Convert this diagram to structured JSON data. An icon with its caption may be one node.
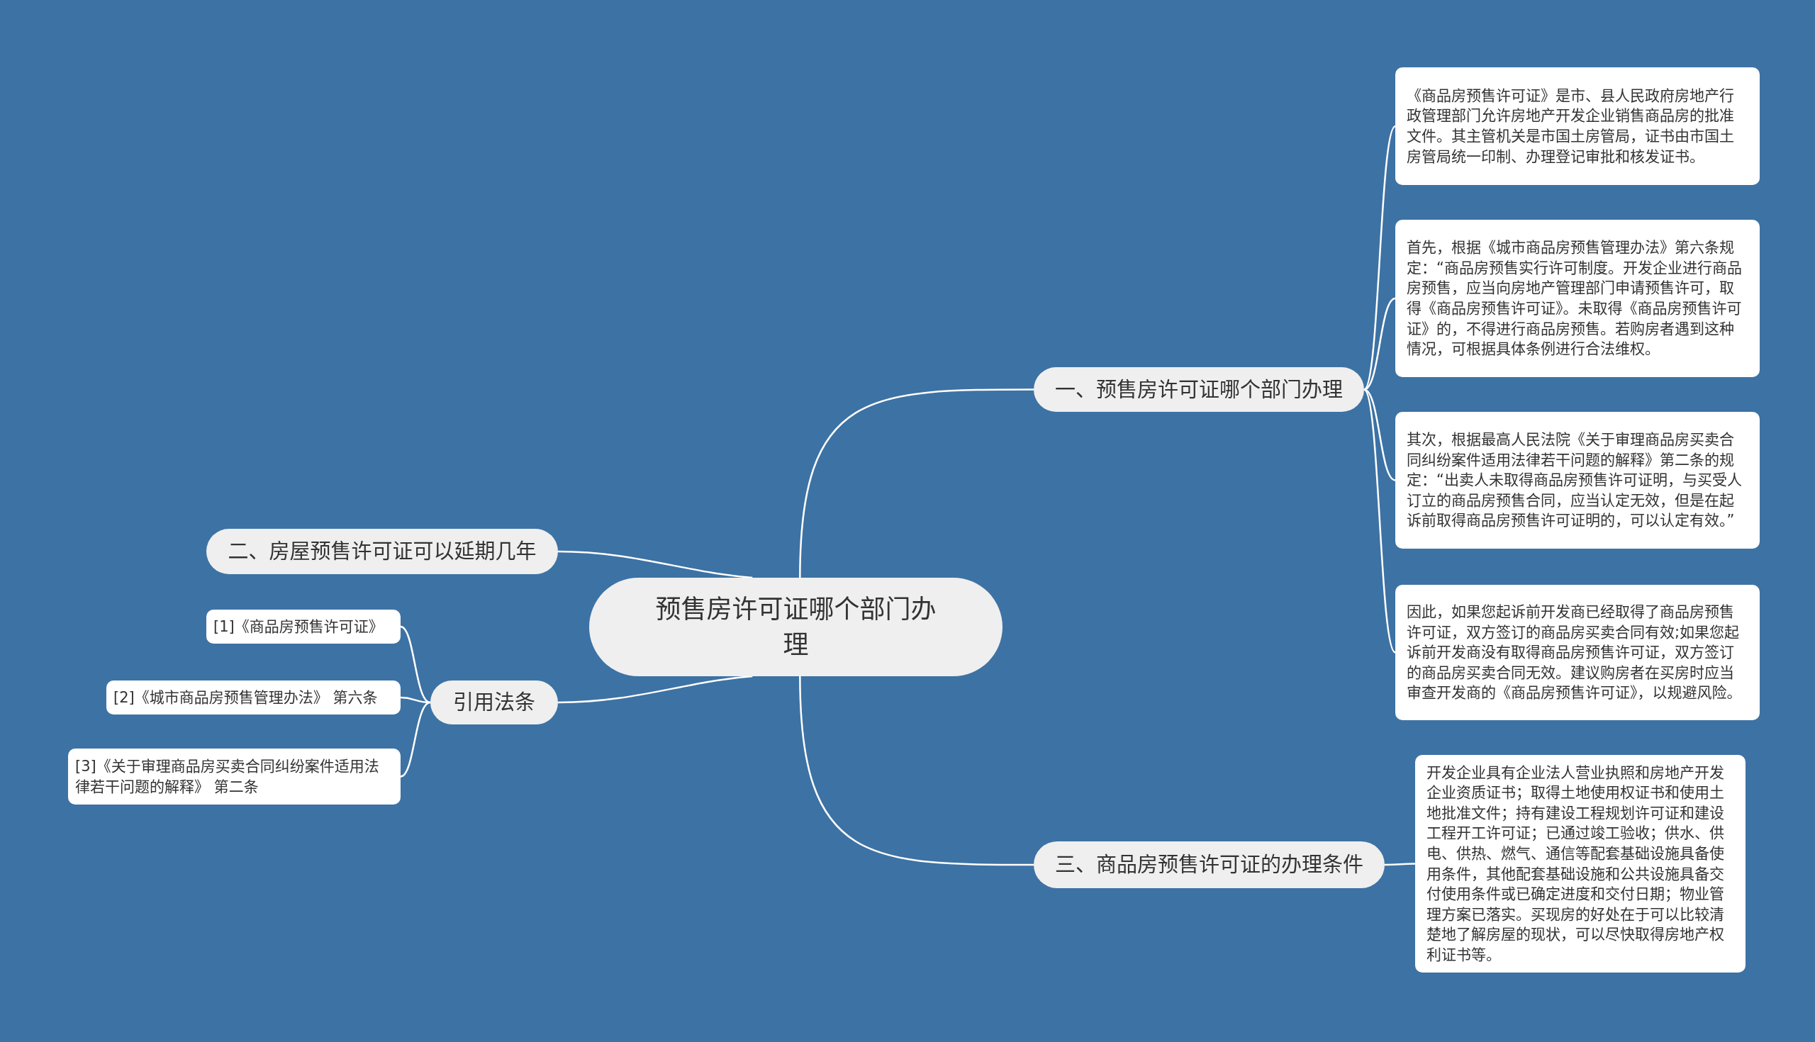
{
  "diagram": {
    "nodes": [
      {
        "text": [
          "预售房许可证哪个部门办理"
        ]
      },
      {
        "text": [
          "一、预售房许可证哪个部门办理"
        ]
      },
      {
        "text": [
          "《商品房预售许可证》是市、县人民政府房地产行政管理部门允许房地产开发企业销售商品房的批准文件。其主管机关是市国土房管局，证书由市国土房管局统一印制、办理登记审批和核发证书。"
        ]
      },
      {
        "text": [
          "首先，根据《城市商品房预售管理办法》第六条规定：“商品房预售实行许可制度。开发企业进行商品房预售，应当向房地产管理部门申请预售许可，取得《商品房预售许可证》。未取得《商品房预售许可证》的，不得进行商品房预售。若购房者遇到这种情况，可根据具体条例进行合法维权。"
        ]
      },
      {
        "text": [
          "其次，根据最高人民法院《关于审理商品房买卖合同纠纷案件适用法律若干问题的解释》第二条的规定：“出卖人未取得商品房预售许可证明，与买受人订立的商品房预售合同，应当认定无效，但是在起诉前取得商品房预售许可证明的，可以认定有效。”"
        ]
      },
      {
        "text": [
          "因此，如果您起诉前开发商已经取得了商品房预售许可证，双方签订的商品房买卖合同有效;如果您起诉前开发商没有取得商品房预售许可证，双方签订的商品房买卖合同无效。建议购房者在买房时应当审查开发商的《商品房预售许可证》，以规避风险。"
        ]
      },
      {
        "text": [
          "二、房屋预售许可证可以延期几年"
        ]
      },
      {
        "text": [
          "三、商品房预售许可证的办理条件"
        ]
      },
      {
        "text": [
          "开发企业具有企业法人营业执照和房地产开发企业资质证书；取得土地使用权证书和使用土地批准文件；持有建设工程规划许可证和建设工程开工许可证；已通过竣工验收；供水、供电、供热、燃气、通信等配套基础设施具备使用条件，其他配套基础设施和公共设施具备交付使用条件或已确定进度和交付日期；物业管理方案已落实。买现房的好处在于可以比较清楚地了解房屋的现状，可以尽快取得房地产权利证书等。"
        ]
      },
      {
        "text": [
          "引用法条"
        ]
      },
      {
        "text": [
          "[1]《商品房预售许可证》"
        ]
      },
      {
        "text": [
          "[2]《城市商品房预售管理办法》 第六条"
        ]
      },
      {
        "text": [
          "[3]《关于审理商品房买卖合同纠纷案件适用法律若干问题的解释》 第二条"
        ]
      }
    ],
    "edges": [
      {
        "from": 0,
        "to": 1,
        "arrow": "none"
      },
      {
        "from": 1,
        "to": 2,
        "arrow": "none"
      },
      {
        "from": 1,
        "to": 3,
        "arrow": "none"
      },
      {
        "from": 1,
        "to": 4,
        "arrow": "none"
      },
      {
        "from": 1,
        "to": 5,
        "arrow": "none"
      },
      {
        "from": 0,
        "to": 6,
        "arrow": "none"
      },
      {
        "from": 0,
        "to": 7,
        "arrow": "none"
      },
      {
        "from": 7,
        "to": 8,
        "arrow": "none"
      },
      {
        "from": 0,
        "to": 9,
        "arrow": "none"
      },
      {
        "from": 9,
        "to": 10,
        "arrow": "none"
      },
      {
        "from": 9,
        "to": 11,
        "arrow": "none"
      },
      {
        "from": 9,
        "to": 12,
        "arrow": "none"
      }
    ]
  }
}
